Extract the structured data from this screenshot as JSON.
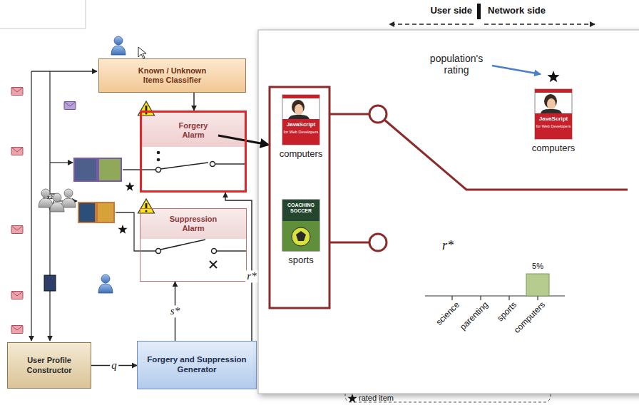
{
  "diagram": {
    "nodes": [
      {
        "text": [
          "Known / Unknown Items Classifier"
        ]
      },
      {
        "text": [
          "Forgery Alarm"
        ]
      },
      {
        "text": [
          "Suppression Alarm"
        ]
      },
      {
        "text": [
          "User Profile Constructor"
        ]
      },
      {
        "text": [
          "Forgery and Suppression Generator"
        ]
      }
    ],
    "edges": [
      {
        "from": 3,
        "to": 4,
        "label": "q",
        "arrow": "to"
      },
      {
        "from": 4,
        "to": 2,
        "label": "s*",
        "arrow": "to"
      },
      {
        "from": 4,
        "to": 1,
        "label": "r*",
        "arrow": "to"
      },
      {
        "from": 0,
        "to": 1,
        "arrow": "to"
      }
    ],
    "labels": [
      "User side",
      "Network side",
      "population's rating",
      "JavaScript",
      "for Web Developers",
      "computers",
      "JavaScript",
      "for Web Developers",
      "computers",
      "COACHING SOCCER",
      "sports",
      "r*",
      "5%",
      "science",
      "parenting",
      "sports",
      "computers",
      "x2"
    ],
    "legend": [
      {
        "text": "rated item"
      }
    ]
  }
}
